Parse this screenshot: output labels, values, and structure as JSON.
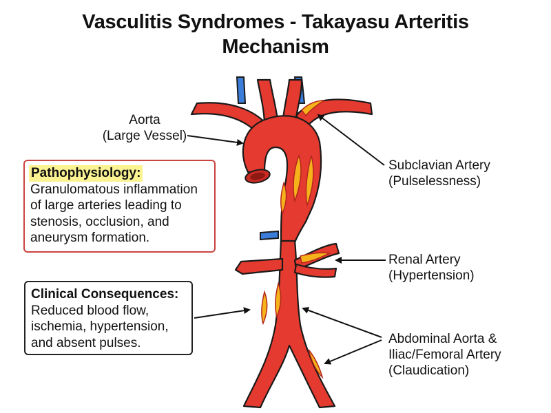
{
  "title": {
    "line1": "Vasculitis Syndromes - Takayasu Arteritis",
    "line2": "Mechanism"
  },
  "labels": {
    "aorta": {
      "line1": "Aorta",
      "line2": "(Large Vessel)"
    },
    "subclavian": {
      "line1": "Subclavian Artery",
      "line2": "(Pulselessness)"
    },
    "renal": {
      "line1": "Renal Artery",
      "line2": "(Hypertension)"
    },
    "abdominal": {
      "line1": "Abdominal Aorta &",
      "line2": "Iliac/Femoral Artery",
      "line3": "(Claudication)"
    }
  },
  "pathophysiology": {
    "heading": "Pathophysiology:",
    "lines": [
      "Granulomatous inflammation",
      "of large arteries leading to",
      "stenosis, occlusion, and",
      "aneurysm formation."
    ]
  },
  "clinical": {
    "heading": "Clinical Consequences:",
    "lines": [
      "Reduced blood flow,",
      "ischemia, hypertension,",
      "and absent pulses."
    ]
  },
  "colors": {
    "artery": "#e53a2f",
    "outline": "#1a1a1a",
    "vein": "#3b7dd8",
    "inflammation": "#f6b21a",
    "patho_border": "#c9433f",
    "highlight": "#fbf392"
  }
}
